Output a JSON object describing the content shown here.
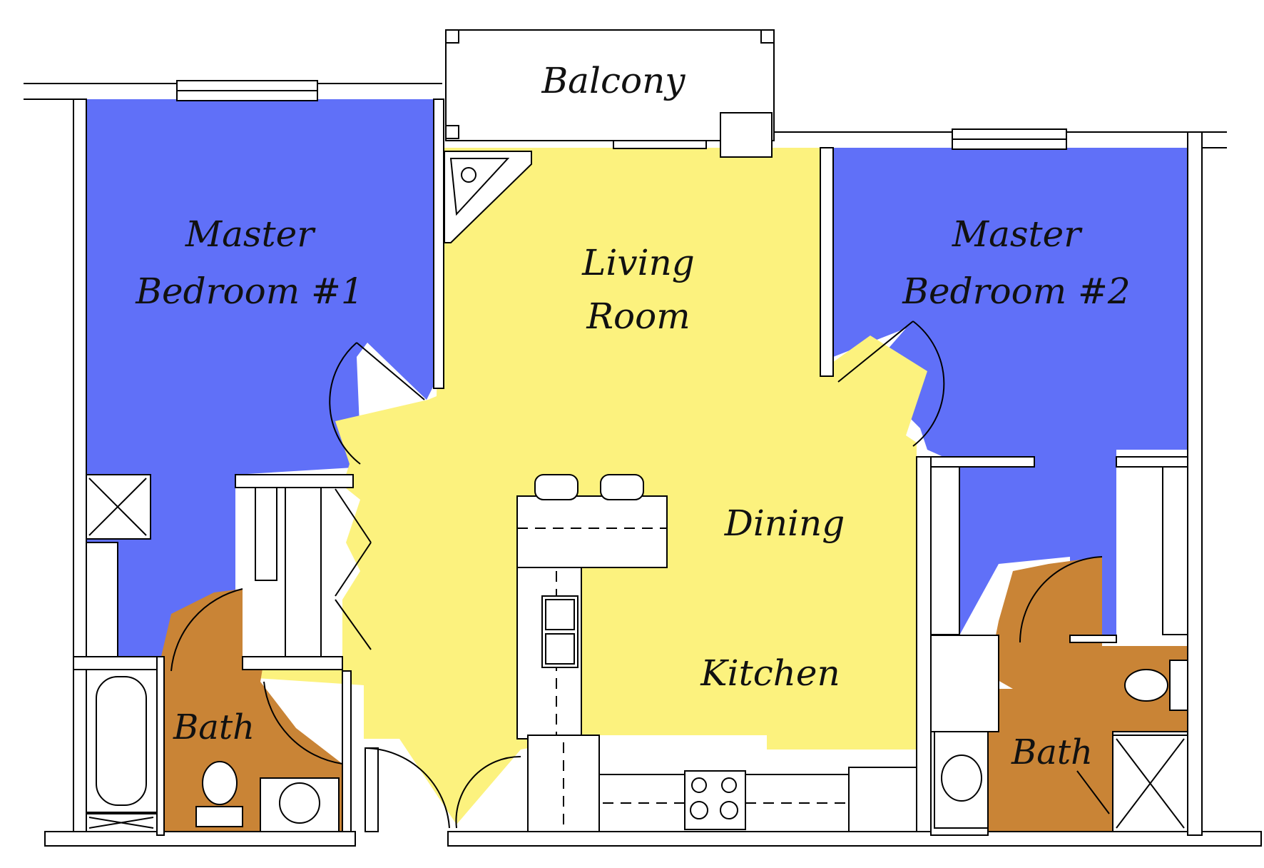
{
  "colors": {
    "bedroom": "#6070f8",
    "living": "#fcf27e",
    "bath": "#c98436",
    "wall": "#000000",
    "fixture": "#ffffff"
  },
  "rooms": {
    "balcony": "Balcony",
    "master1_line1": "Master",
    "master1_line2": "Bedroom #1",
    "living_line1": "Living",
    "living_line2": "Room",
    "master2_line1": "Master",
    "master2_line2": "Bedroom #2",
    "dining": "Dining",
    "kitchen": "Kitchen",
    "bath1": "Bath",
    "bath2": "Bath"
  }
}
